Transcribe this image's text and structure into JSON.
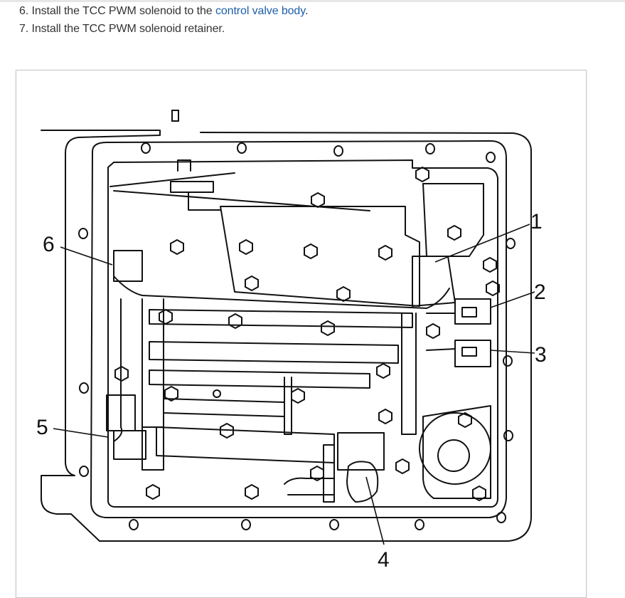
{
  "steps": [
    {
      "number": "6.",
      "text_before": "Install the TCC PWM solenoid to the ",
      "link": "control valve body",
      "text_after": "."
    },
    {
      "number": "7.",
      "text_before": "Install the TCC PWM solenoid retainer.",
      "link": "",
      "text_after": ""
    }
  ],
  "callouts": [
    "1",
    "2",
    "3",
    "4",
    "5",
    "6"
  ]
}
